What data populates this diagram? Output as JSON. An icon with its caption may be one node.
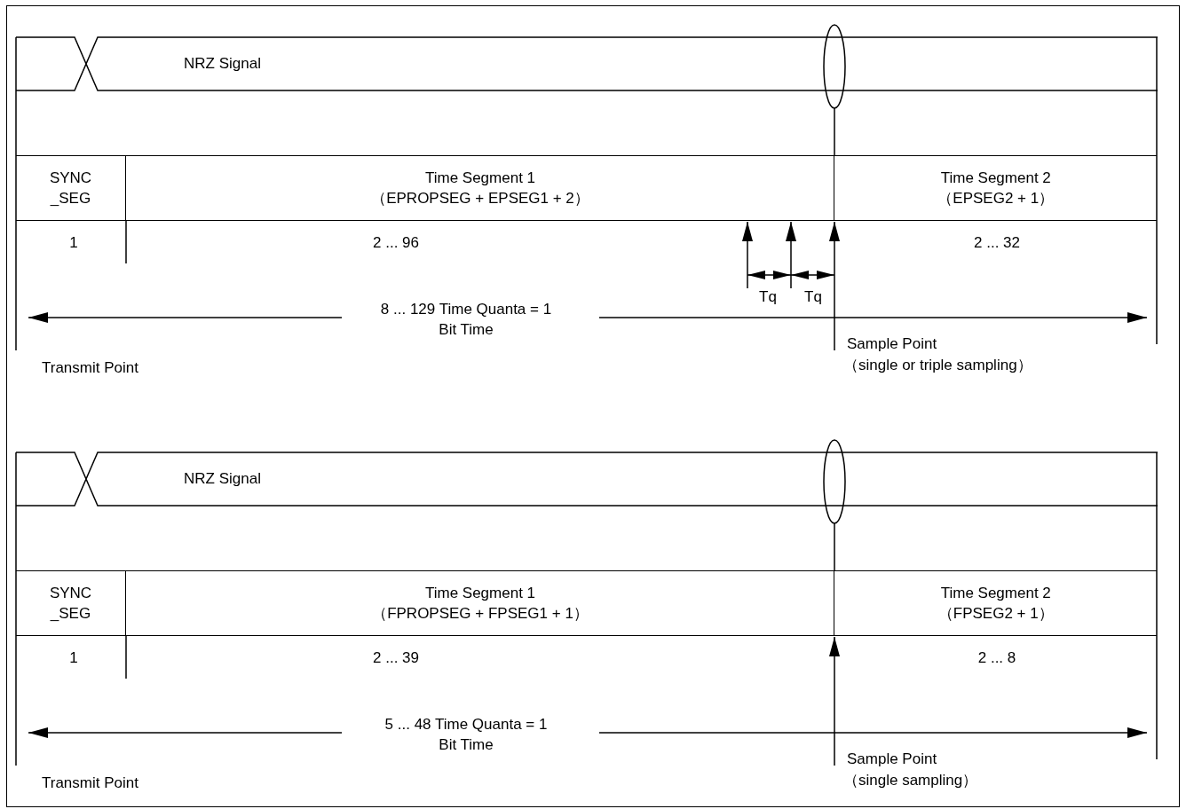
{
  "diagram": {
    "nodes": [
      {
        "text": [
          "NRZ Signal"
        ]
      },
      {
        "text": [
          "SYNC _SEG"
        ]
      },
      {
        "text": [
          "Time Segment 1",
          "（EPROPSEG + EPSEG1 + 2）"
        ]
      },
      {
        "text": [
          "Time Segment 2",
          "（EPSEG2 + 1）"
        ]
      },
      {
        "text": [
          "Sample Point",
          "（single or triple sampling）"
        ]
      },
      {
        "text": [
          "NRZ Signal"
        ]
      },
      {
        "text": [
          "SYNC _SEG"
        ]
      },
      {
        "text": [
          "Time Segment 1",
          "（FPROPSEG + FPSEG1 + 1）"
        ]
      },
      {
        "text": [
          "Time Segment 2",
          "（FPSEG2 + 1）"
        ]
      },
      {
        "text": [
          "Sample Point",
          "（single sampling）"
        ]
      },
      {
        "text": [],
        "shape": "ellipse"
      },
      {
        "text": [],
        "shape": "ellipse"
      }
    ],
    "edges": [
      {
        "from": 4,
        "to": 3,
        "arrow": "to"
      },
      {
        "from": 9,
        "to": 8,
        "arrow": "to"
      },
      {
        "from": null,
        "to": 2,
        "arrow": "to"
      },
      {
        "from": null,
        "to": 2,
        "arrow": "to"
      },
      {
        "from": 10,
        "to": 3,
        "arrow": "none"
      },
      {
        "from": 11,
        "to": 8,
        "arrow": "none"
      }
    ],
    "labels": [
      "1",
      "2 ... 96",
      "2 ... 32",
      "Tq",
      "Tq",
      "8 ... 129 Time Quanta = 1 Bit Time",
      "Transmit Point",
      "1",
      "2 ... 39",
      "2 ... 8",
      "5 ... 48 Time Quanta = 1 Bit Time",
      "Transmit Point"
    ]
  }
}
